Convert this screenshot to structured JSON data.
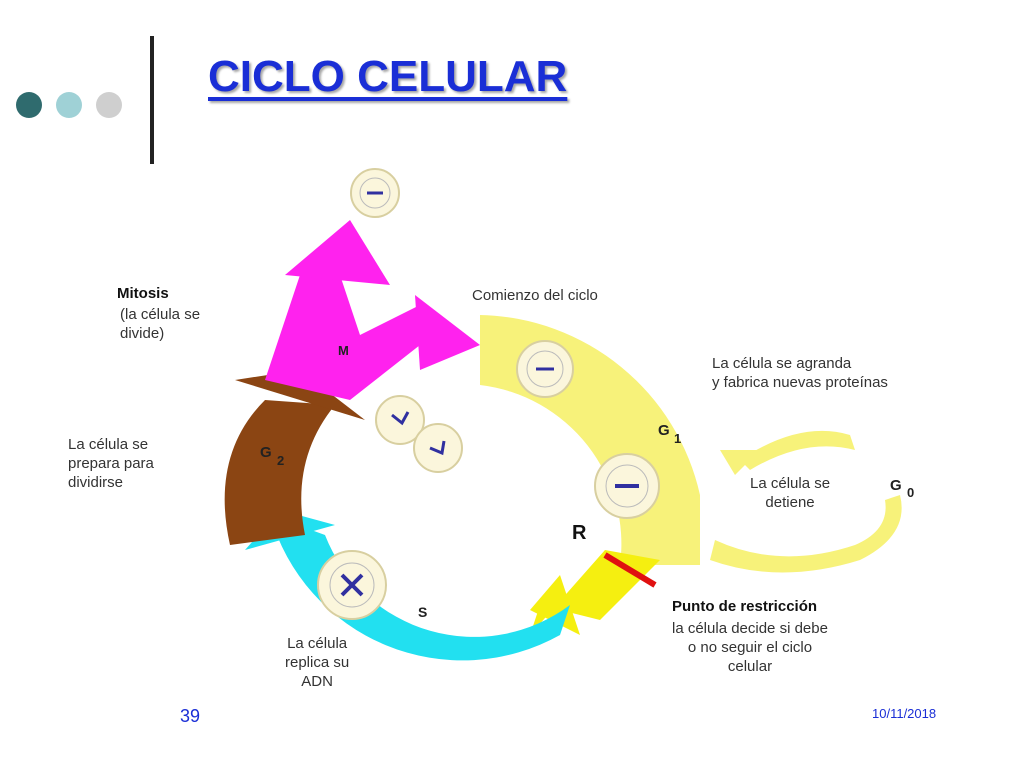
{
  "slide": {
    "title": "CICLO CELULAR",
    "page_number": "39",
    "date": "10/11/2018",
    "bullet_colors": [
      "#2f6b6e",
      "#9fd1d6",
      "#cfcfcf"
    ]
  },
  "diagram": {
    "mitosis_title": "Mitosis",
    "mitosis_desc": "(la célula se\ndivide)",
    "start_label": "Comienzo del ciclo",
    "g1_desc": "La célula se agranda\ny fabrica nuevas proteínas",
    "g2_desc": "La célula se\nprepara para\ndividirse",
    "g0_desc": "La célula se\ndetiene",
    "s_desc": "La célula\nreplica su\nADN",
    "restriction_title": "Punto de restricción",
    "restriction_desc": "la célula decide si debe\no no seguir el ciclo\ncelular",
    "phase_m": "M",
    "phase_g1": "G",
    "phase_g1_sub": "1",
    "phase_g2": "G",
    "phase_g2_sub": "2",
    "phase_g0": "G",
    "phase_g0_sub": "0",
    "phase_s": "S",
    "restriction_marker": "R",
    "colors": {
      "mitosis": "#ff22ee",
      "g1": "#f7f27a",
      "g2": "#8b4513",
      "s": "#22e0f0",
      "restriction_arrow": "#f5ef10",
      "restriction_line": "#e01010",
      "g0": "#f7f27a"
    }
  }
}
